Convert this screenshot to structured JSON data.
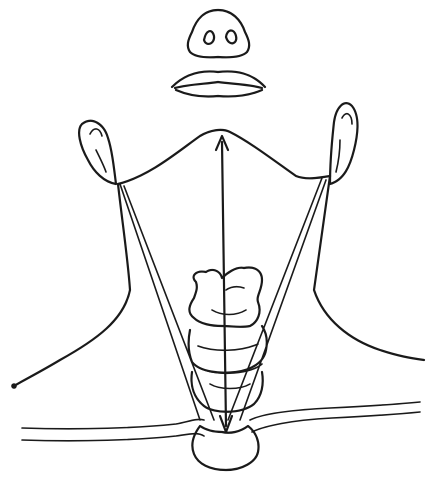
{
  "figure": {
    "type": "line-drawing",
    "ink_color": "#1a1a1a",
    "background": "#ffffff",
    "parts": [
      "nose",
      "lips",
      "chin",
      "left-ear",
      "right-ear",
      "neck",
      "larynx",
      "cricoid",
      "clavicles",
      "sternal-notch",
      "measurement-arrow"
    ]
  }
}
